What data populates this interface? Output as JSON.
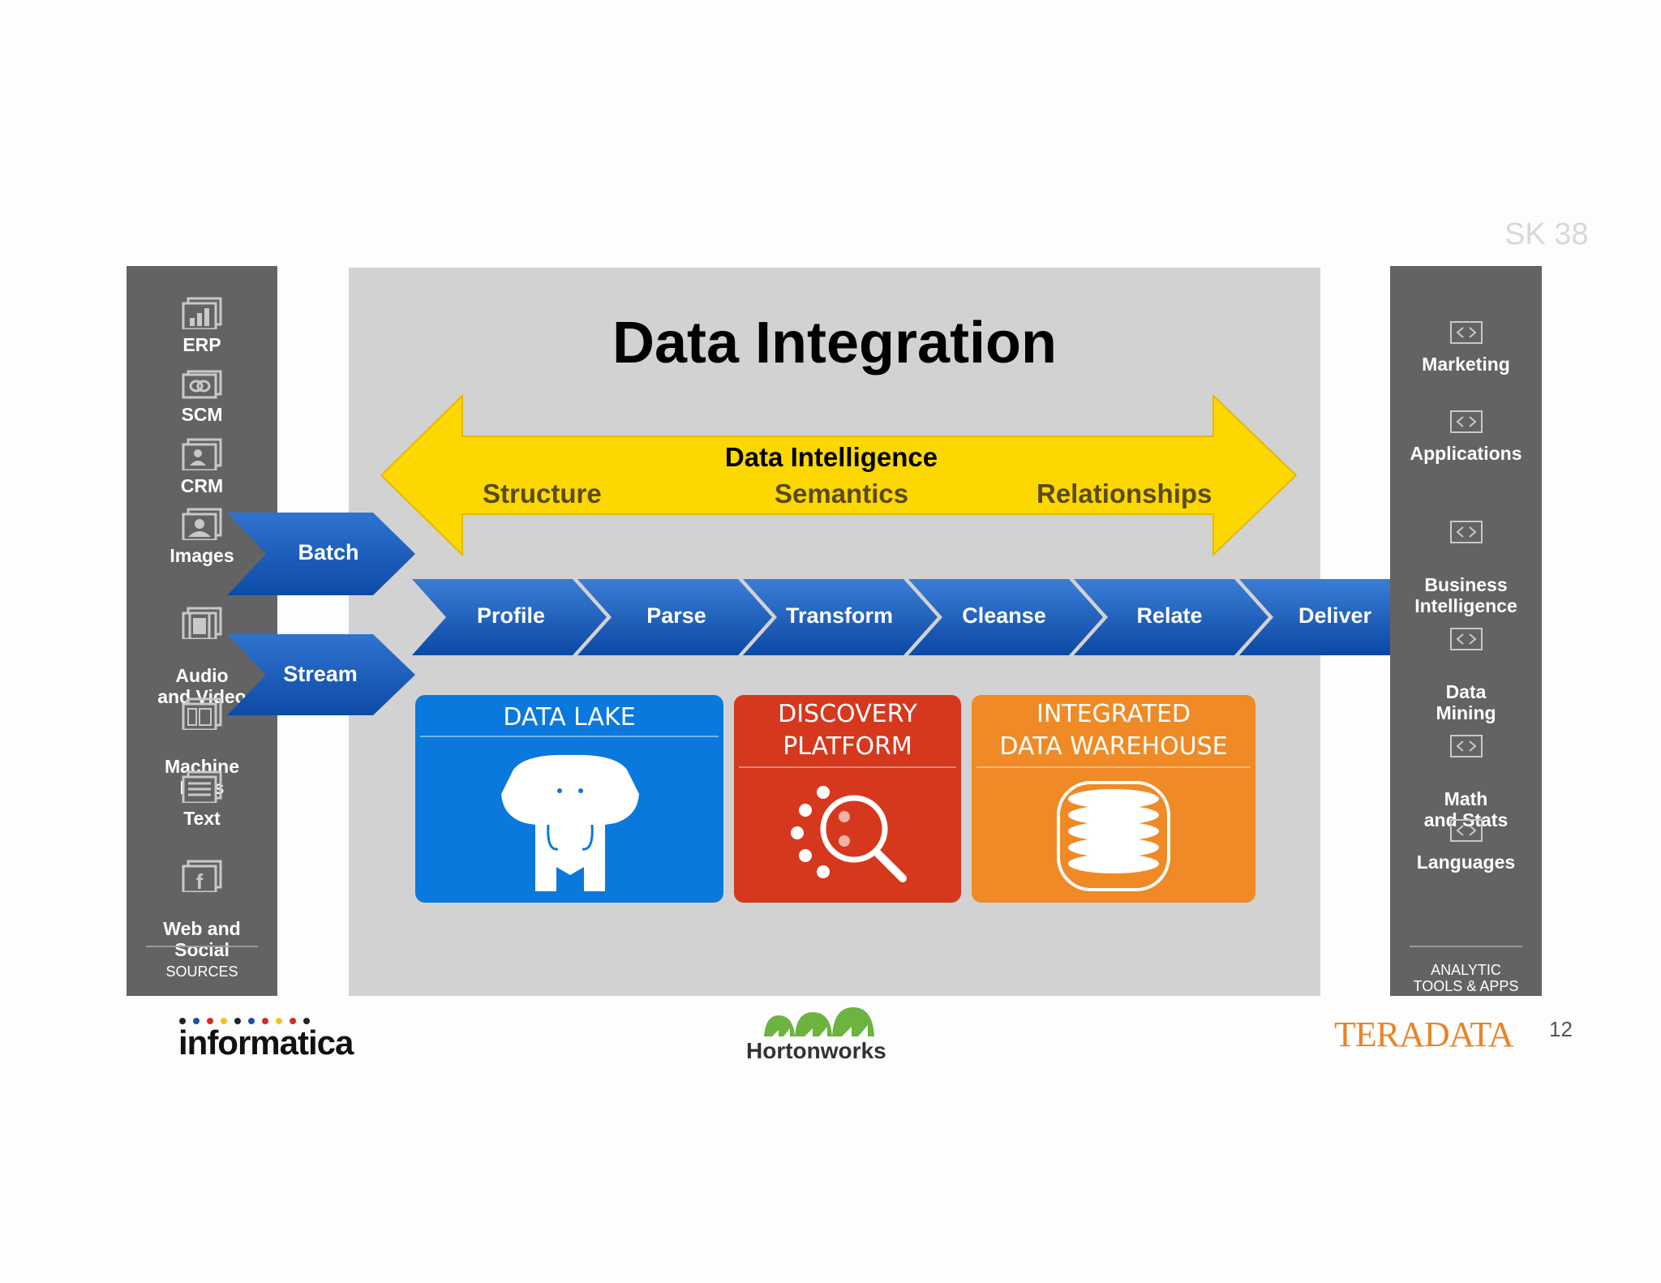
{
  "slide": {
    "tag": "SK 38",
    "page_number": "12",
    "title": "Data Integration"
  },
  "sources": {
    "footer": "SOURCES",
    "items": [
      {
        "label": "ERP",
        "icon": "bar-chart-icon"
      },
      {
        "label": "SCM",
        "icon": "cash-icon"
      },
      {
        "label": "CRM",
        "icon": "contact-card-icon"
      },
      {
        "label": "Images",
        "icon": "photo-icon"
      },
      {
        "label": "Audio\nand Video",
        "icon": "film-icon"
      },
      {
        "label": "Machine\nLogs",
        "icon": "server-icon"
      },
      {
        "label": "Text",
        "icon": "document-icon"
      },
      {
        "label": "Web and\nSocial",
        "icon": "facebook-icon"
      }
    ]
  },
  "intake": {
    "batch": "Batch",
    "stream": "Stream"
  },
  "data_intelligence": {
    "title": "Data Intelligence",
    "structure": "Structure",
    "semantics": "Semantics",
    "relationships": "Relationships"
  },
  "pipeline": [
    "Profile",
    "Parse",
    "Transform",
    "Cleanse",
    "Relate",
    "Deliver"
  ],
  "platforms": {
    "lake": {
      "line1": "DATA  LAKE"
    },
    "discovery": {
      "line1": "DISCOVERY",
      "line2": "PLATFORM"
    },
    "warehouse": {
      "line1": "INTEGRATED",
      "line2": "DATA WAREHOUSE"
    }
  },
  "tools": {
    "footer_line1": "ANALYTIC",
    "footer_line2": "TOOLS & APPS",
    "items": [
      {
        "label": "Marketing"
      },
      {
        "label": "Applications"
      },
      {
        "label": "Business\nIntelligence"
      },
      {
        "label": "Data\nMining"
      },
      {
        "label": "Math\nand Stats"
      },
      {
        "label": "Languages"
      }
    ]
  },
  "logos": {
    "informatica": "informatica",
    "hortonworks": "Hortonworks",
    "teradata": "TERADATA"
  },
  "colors": {
    "sidebar": "#636363",
    "panel": "#d2d2d2",
    "arrow_yellow": "#fcd800",
    "chevron_blue": "#1f5fbf",
    "lake_blue": "#0a78dc",
    "discovery_red": "#d6381e",
    "warehouse_orange": "#ef8a26"
  }
}
